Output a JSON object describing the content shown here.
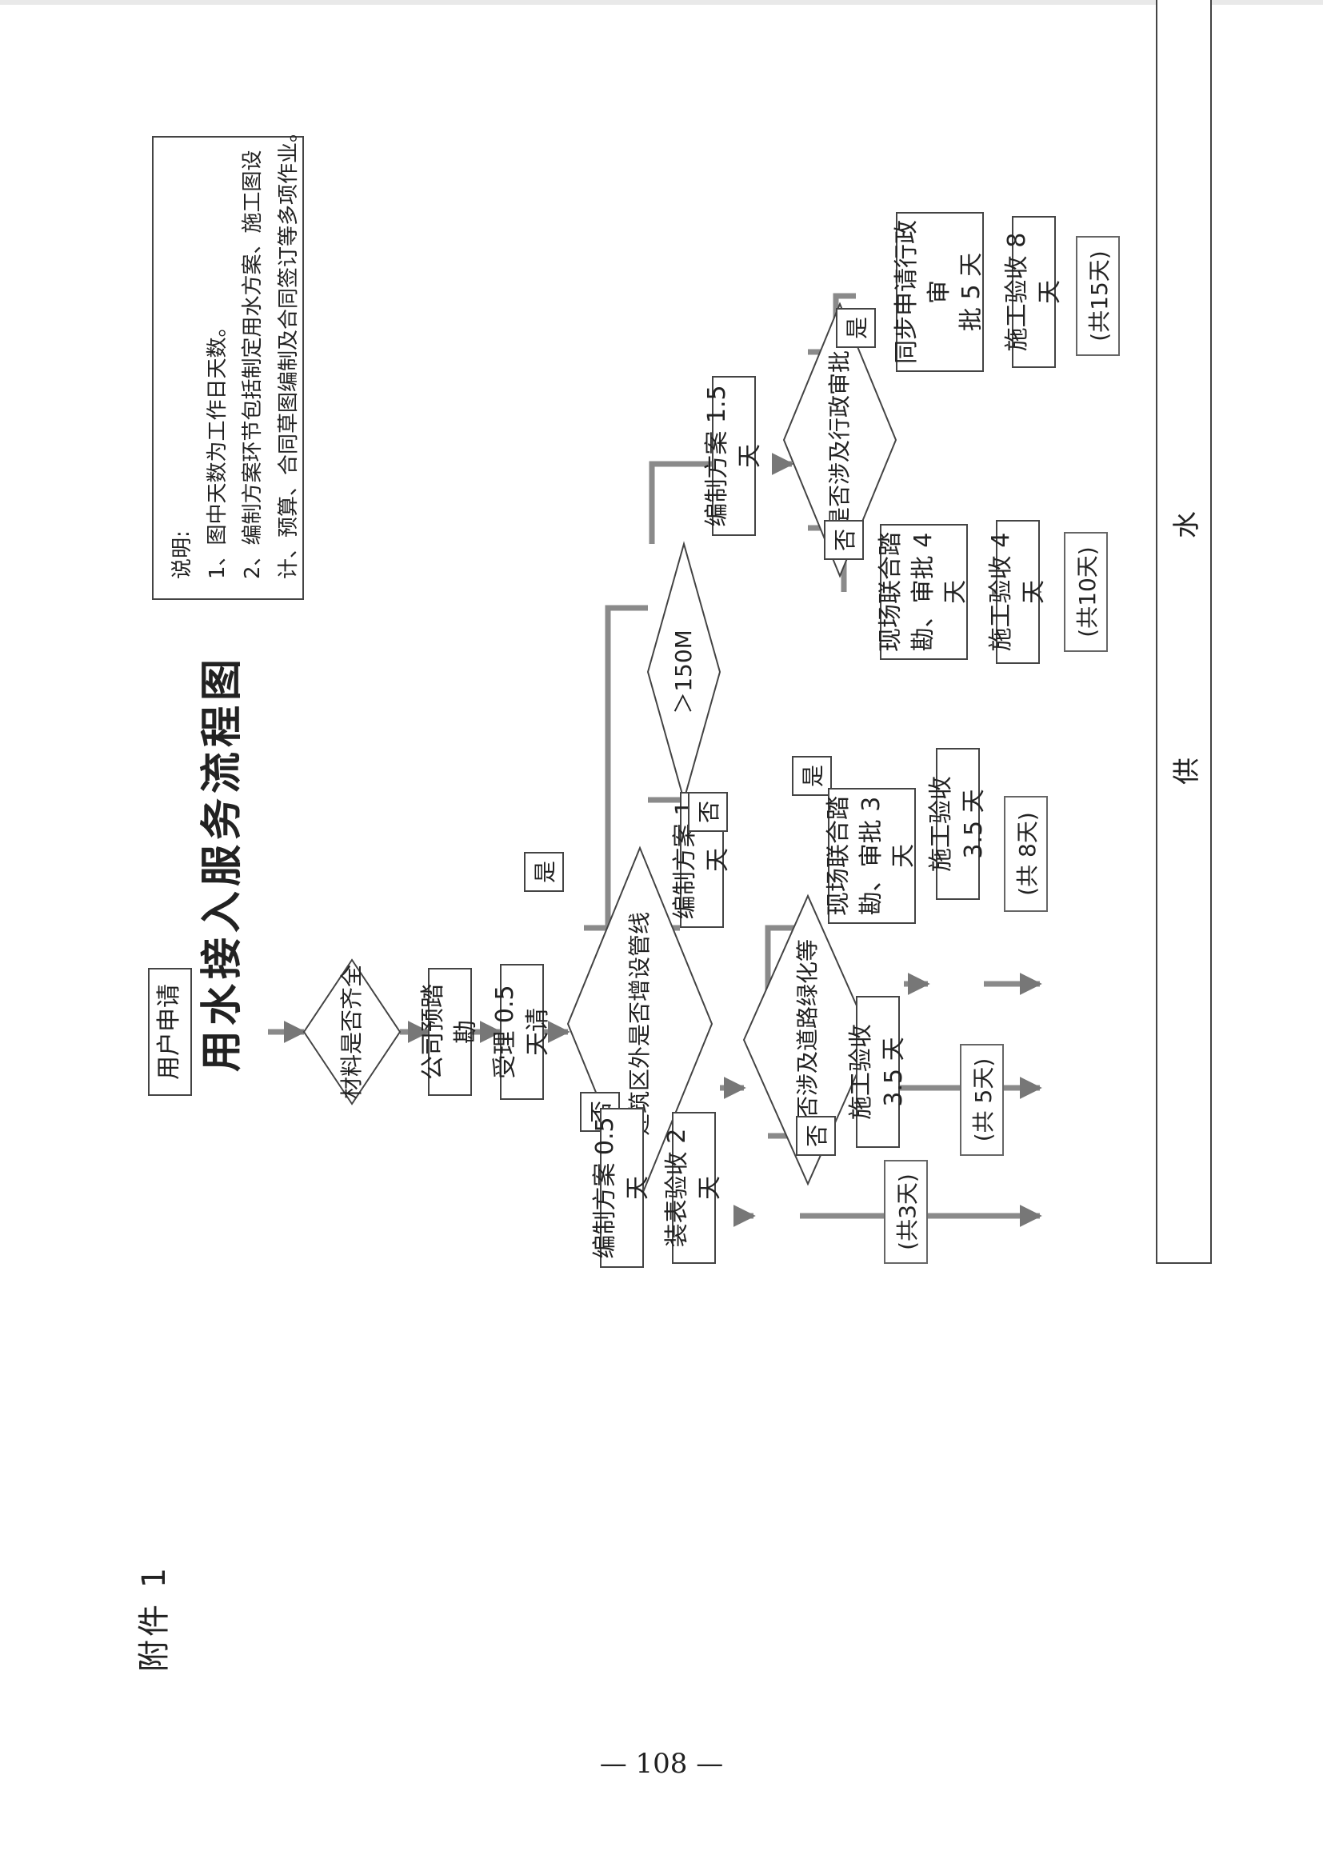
{
  "attachment_label": "附件 1",
  "title": "用水接入服务流程图",
  "notes": {
    "heading": "说明:",
    "line1": "1、图中天数为工作日天数。",
    "line2": "2、编制方案环节包括制定用水方案、施工图设",
    "line3": "计、预算、合同草图编制及合同签订等多项作业。"
  },
  "nodes": {
    "user_apply": "用户申请",
    "materials_complete": "材料是否齐全",
    "company_survey": "公司预踏勘",
    "accept": "受理 0.5 天请",
    "new_pipeline": "建筑区外是否增设管线",
    "plan_half_day": "编制方案 0.5 天",
    "meter_inspect": "装表验收 2 天",
    "plan_one_day": "编制方案 1 天",
    "road_green": "是否涉及道路绿化等",
    "construct_accept_35a": "施工验收 3.5 天",
    "joint_survey_3": "现场联合踏\n勘、审批 3 天",
    "construct_accept_35b": "施工验收 3.5 天",
    "over_150m": "＞150M",
    "plan_15_day": "编制方案 1.5 天",
    "admin_approval": "是否涉及行政审批",
    "joint_survey_4": "现场联合踏\n勘、审批 4 天",
    "construct_accept_4": "施工验收 4 天",
    "sync_admin": "同步申请行政审\n批 5 天",
    "construct_accept_8": "施工验收 8 天",
    "water_supply": "供　水"
  },
  "tags": {
    "no": "否",
    "yes": "是"
  },
  "totals": {
    "t3": "(共3天)",
    "t5": "(共 5天)",
    "t8": "(共 8天)",
    "t10": "(共10天)",
    "t15": "(共15天)"
  },
  "page_number": "— 108 —"
}
